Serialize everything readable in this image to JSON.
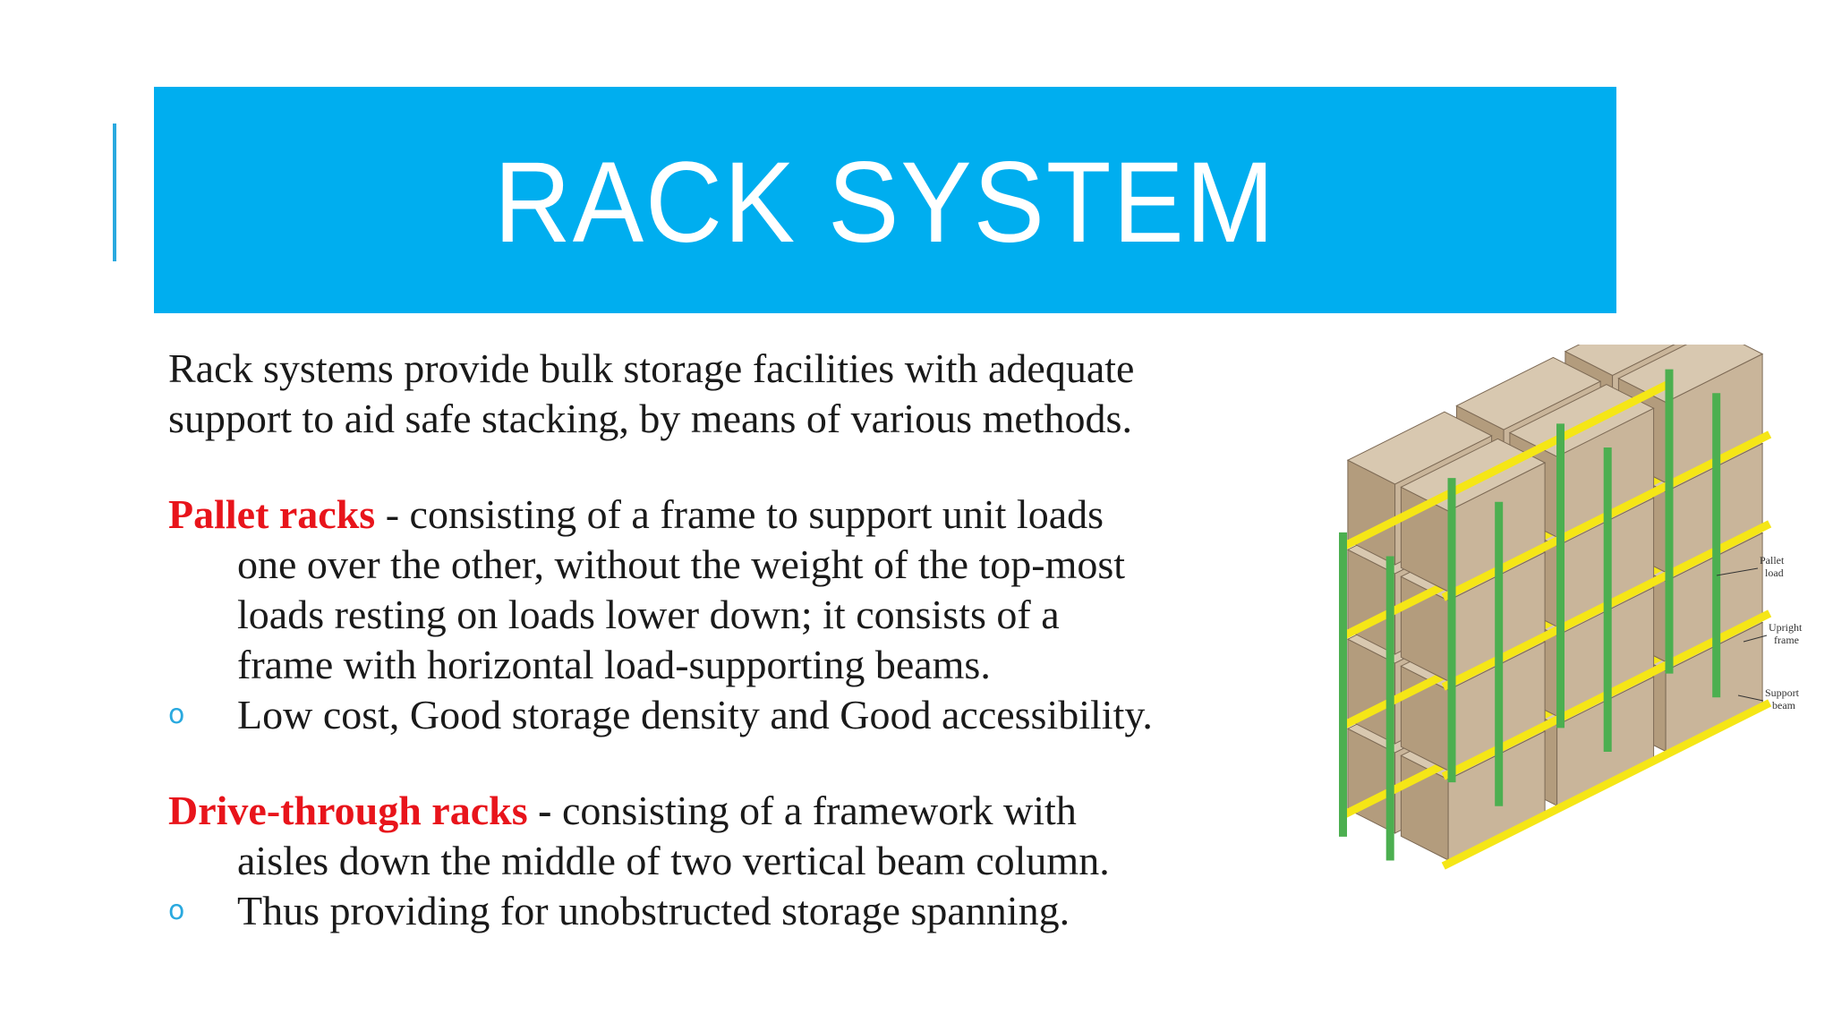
{
  "slide": {
    "title": "RACK SYSTEM",
    "accent_color": "#00aeef",
    "highlight_color": "#e8141b"
  },
  "content": {
    "intro_line1": "Rack systems provide bulk storage facilities with adequate",
    "intro_line2": "support to aid safe stacking, by means of various methods.",
    "pallet": {
      "term": "Pallet racks",
      "lead": " - consisting of a frame to support unit loads",
      "line2": "one over the other, without the weight of the top-most",
      "line3": "loads resting on loads lower down; it consists of a",
      "line4": "frame with horizontal load-supporting beams.",
      "bullet": "Low cost, Good storage density and Good accessibility."
    },
    "drive": {
      "term": "Drive-through racks",
      "lead_dash": " - ",
      "lead": "consisting of a framework with",
      "line2": "aisles down the middle of two vertical beam column.",
      "bullet": "Thus providing for unobstructed storage spanning."
    },
    "bullet_glyph": "o"
  },
  "figure": {
    "labels": {
      "pallet_load_1": "Pallet",
      "pallet_load_2": "load",
      "upright_frame_1": "Upright",
      "upright_frame_2": "frame",
      "support_beam_1": "Support",
      "support_beam_2": "beam"
    },
    "colors": {
      "box": "#c9b59a",
      "box_top": "#d8c8b0",
      "box_side": "#b39c7d",
      "upright": "#4caf50",
      "beam": "#f5e616"
    }
  }
}
